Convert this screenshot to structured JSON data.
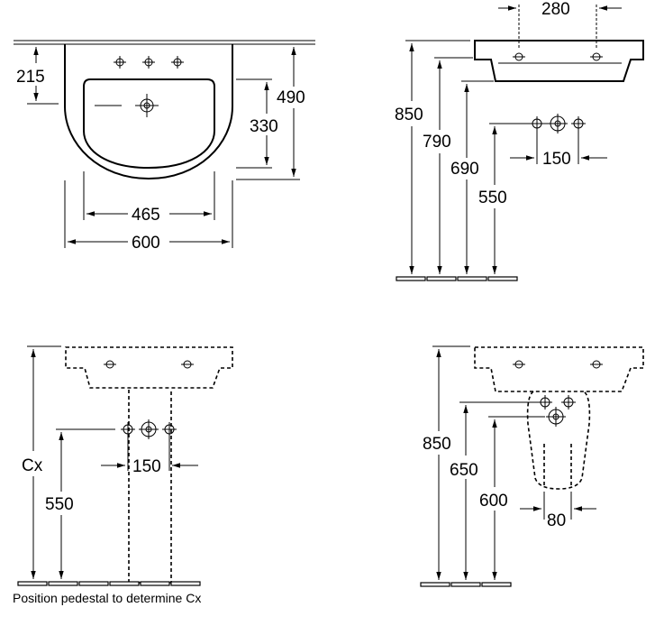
{
  "top_view": {
    "dim_tap_depth": "215",
    "dim_depth": "490",
    "dim_bowl_depth": "330",
    "dim_bowl_width": "465",
    "dim_width": "600"
  },
  "side_view": {
    "dim_tap_spacing": "280",
    "dim_height": "850",
    "dim_underside": "790",
    "dim_bowl_bottom": "690",
    "dim_waste": "550",
    "dim_supply_spacing": "150"
  },
  "pedestal_view": {
    "dim_cx": "Cx",
    "dim_waste": "550",
    "dim_supply_spacing": "150",
    "caption": "Position pedestal to determine Cx"
  },
  "semi_pedestal_view": {
    "dim_height": "850",
    "dim_semi_top": "650",
    "dim_waste": "600",
    "dim_width": "80"
  }
}
